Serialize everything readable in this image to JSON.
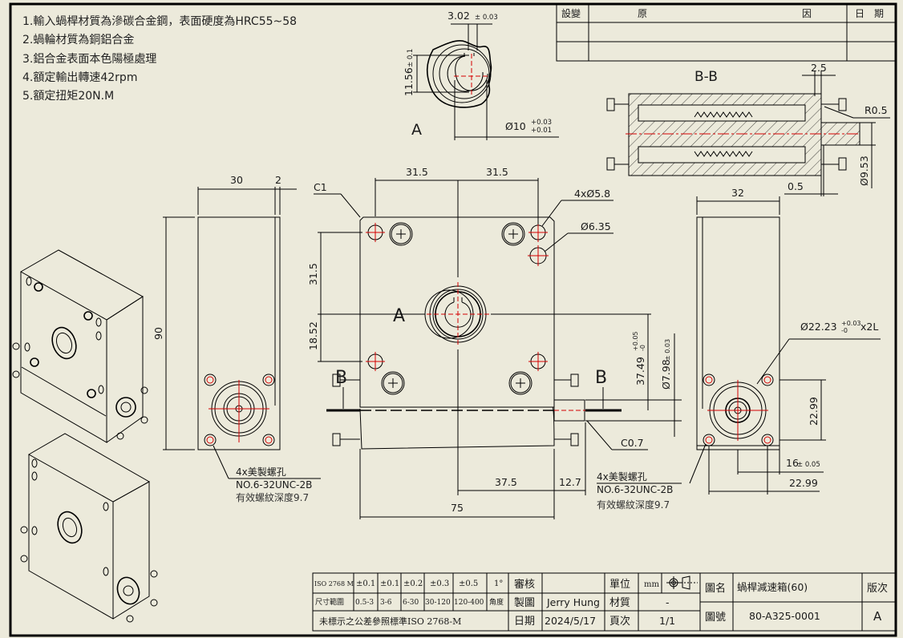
{
  "drawing": {
    "notes": [
      "1.輸入蝸桿材質為滲碳合金鋼，表面硬度為HRC55~58",
      "2.蝸輪材質為銅鋁合金",
      "3.鋁合金表面本色陽極處理",
      "4.額定輸出轉速42rpm",
      "5.額定扭矩20N.M"
    ],
    "revision_table": {
      "headers": [
        "設變",
        "原",
        "因",
        "日　期"
      ],
      "rows": [
        [
          "",
          "",
          ""
        ],
        [
          "",
          "",
          ""
        ]
      ]
    },
    "view_a": {
      "label": "A",
      "dim_keyway_width": "3.02",
      "dim_keyway_width_tol": "± 0.03",
      "dim_keyway_height": "11.56",
      "dim_keyway_height_tol": "± 0.1",
      "dim_shaft_dia": "Ø10",
      "dim_shaft_dia_tol_upper": "+0.03",
      "dim_shaft_dia_tol_lower": "+0.01"
    },
    "section_bb": {
      "label": "B-B",
      "dim_groove": "2.5",
      "dim_radius": "R0.5",
      "dim_dia": "Ø9.53",
      "dim_offset": "0.5"
    },
    "left_view": {
      "dim_width": "30",
      "dim_flange": "2",
      "dim_height": "90",
      "callout_line1": "4x美製螺孔",
      "callout_line2": "NO.6-32UNC-2B",
      "callout_line3": "有效螺紋深度9.7"
    },
    "front_view": {
      "dim_left_half": "31.5",
      "dim_right_half": "31.5",
      "chamfer": "C1",
      "holes_58": "4xØ5.8",
      "hole_635": "Ø6.35",
      "dim_top_to_center": "31.5",
      "dim_center_to_hole": "18.52",
      "view_marker": "A",
      "section_marker_left": "B",
      "section_marker_right": "B",
      "dim_height_3749": "37.49",
      "dim_height_3749_tol_upper": "+0.05",
      "dim_height_3749_tol_lower": "-0",
      "dim_shaft_798": "Ø7.98",
      "dim_shaft_798_tol": "± 0.03",
      "chamfer_shaft": "C0.7",
      "dim_center_to_edge": "37.5",
      "dim_shaft_length": "12.7",
      "dim_total_width": "75",
      "callout_line1": "4x美製螺孔",
      "callout_line2": "NO.6-32UNC-2B",
      "callout_line3": "有效螺紋深度9.7"
    },
    "right_view": {
      "dim_width": "32",
      "dim_bore": "Ø22.23",
      "dim_bore_tol_upper": "+0.03",
      "dim_bore_tol_lower": "-0",
      "dim_bore_suffix": "x2L",
      "dim_hole_spacing_v": "22.99",
      "dim_center_offset": "16",
      "dim_center_offset_tol": "± 0.05",
      "dim_hole_spacing_h": "22.99"
    },
    "tolerance_table": {
      "standard": "ISO 2768 M",
      "range_label": "尺寸範圍",
      "tolerances": [
        "±0.1",
        "±0.1",
        "±0.2",
        "±0.3",
        "±0.5",
        "1°"
      ],
      "ranges": [
        "0.5-3",
        "3-6",
        "6-30",
        "30-120",
        "120-400",
        "角度"
      ],
      "footnote": "未標示之公差參照標準ISO 2768-M"
    },
    "title_block": {
      "review_label": "審核",
      "review_value": "",
      "drawn_label": "製圖",
      "drawn_value": "Jerry Hung",
      "date_label": "日期",
      "date_value": "2024/5/17",
      "unit_label": "單位",
      "unit_value": "mm",
      "projection_symbol": "first-angle-projection-icon",
      "material_label": "材質",
      "material_value": "-",
      "page_label": "頁次",
      "page_value": "1/1",
      "name_label": "圖名",
      "name_value": "蝸桿減速箱(60)",
      "number_label": "圖號",
      "number_value": "80-A325-0001",
      "version_label": "版次",
      "version_value": "A"
    },
    "colors": {
      "paper": "#eceadb",
      "line": "#000000",
      "centerline": "#d40000"
    }
  }
}
